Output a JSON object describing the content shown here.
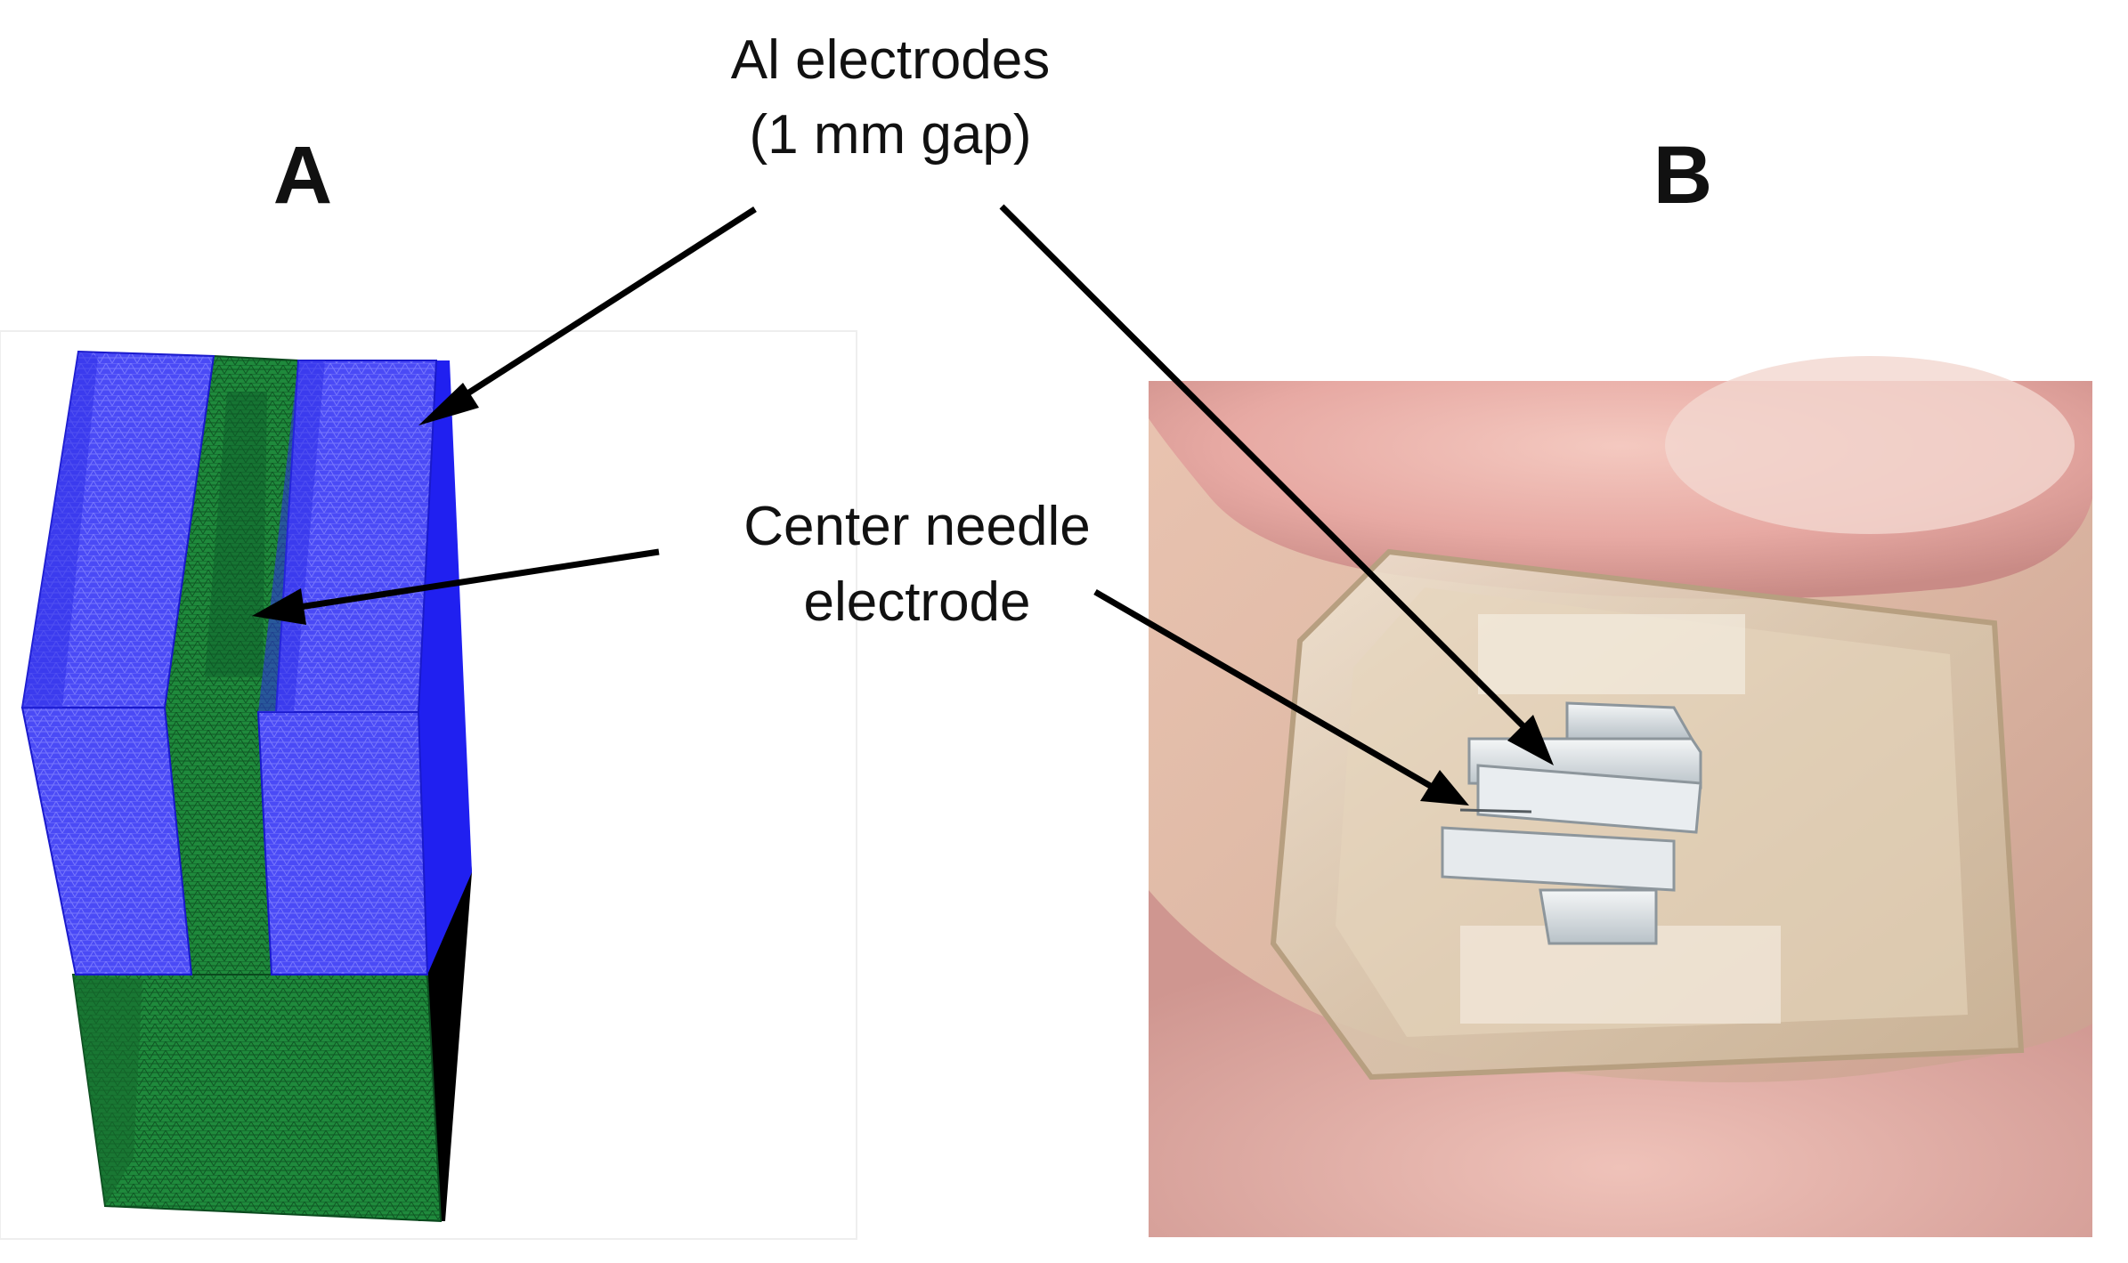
{
  "panels": {
    "a": {
      "letter": "A"
    },
    "b": {
      "letter": "B"
    }
  },
  "labels": {
    "al_electrodes": [
      "Al electrodes",
      "(1 mm gap)"
    ],
    "center_needle": [
      "Center needle",
      "electrode"
    ]
  },
  "colors": {
    "electrode_blue": "#3d3df5",
    "mesh_green": "#1f8a3c",
    "dark_side": "#000000",
    "arrow": "#000000"
  }
}
